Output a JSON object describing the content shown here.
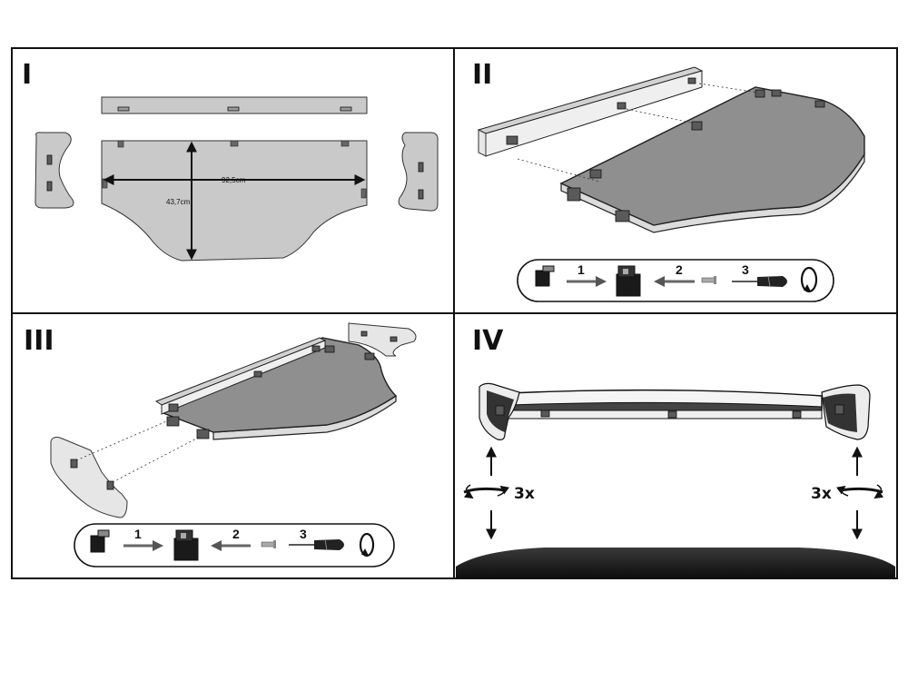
{
  "panels": {
    "p1": {
      "numeral": "I",
      "width_label": "92,5cm",
      "height_label": "43,7cm"
    },
    "p2": {
      "numeral": "II",
      "steps": [
        "1",
        "2",
        "3"
      ]
    },
    "p3": {
      "numeral": "III",
      "steps": [
        "1",
        "2",
        "3"
      ]
    },
    "p4": {
      "numeral": "IV",
      "left_repeat": "3x",
      "right_repeat": "3x"
    }
  },
  "colors": {
    "line": "#111111",
    "plate": "#8f8f8f",
    "board": "#c9c9c9",
    "roof": "#1e1e1e"
  }
}
